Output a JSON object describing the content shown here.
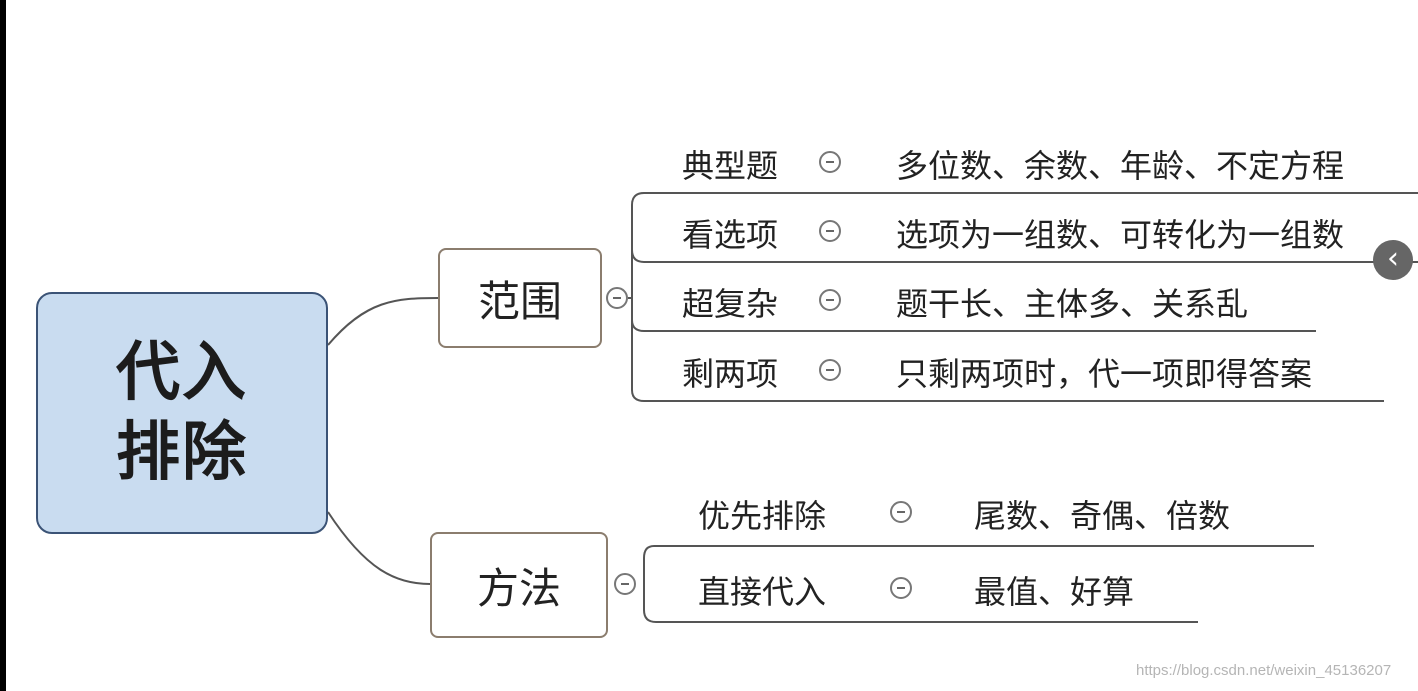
{
  "root": {
    "line1": "代入",
    "line2": "排除"
  },
  "branches": [
    {
      "label": "范围",
      "items": [
        {
          "label": "典型题",
          "value": "多位数、余数、年龄、不定方程"
        },
        {
          "label": "看选项",
          "value": "选项为一组数、可转化为一组数"
        },
        {
          "label": "超复杂",
          "value": "题干长、主体多、关系乱"
        },
        {
          "label": "剩两项",
          "value": "只剩两项时，代一项即得答案"
        }
      ]
    },
    {
      "label": "方法",
      "items": [
        {
          "label": "优先排除",
          "value": "尾数、奇偶、倍数"
        },
        {
          "label": "直接代入",
          "value": "最值、好算"
        }
      ]
    }
  ],
  "nav": {
    "arrow": "‹"
  },
  "watermark": "https://blog.csdn.net/weixin_45136207",
  "colors": {
    "root_fill": "#c9dcf0",
    "root_border": "#3b5376",
    "branch_border": "#8b7d6e",
    "line": "#555555"
  }
}
